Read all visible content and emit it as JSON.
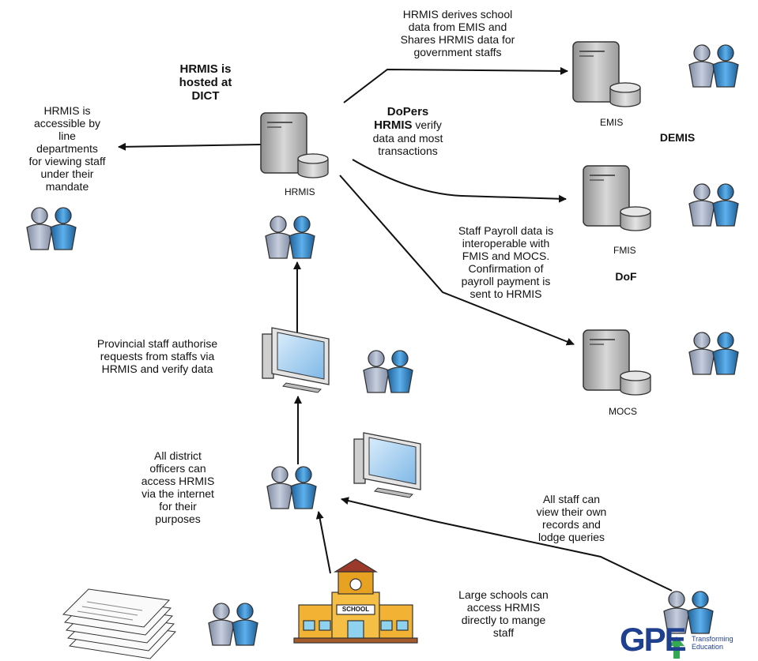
{
  "labels": {
    "hrmis_hosted": "HRMIS is\nhosted at\nDICT",
    "hrmis_accessible": "HRMIS is\naccessible by\nline\ndepartments\nfor viewing staff\nunder their\nmandate",
    "derives_school": "HRMIS derives school\ndata from EMIS and\nShares HRMIS data for\ngovernment staffs",
    "dopers": "DoPers",
    "dopers_bold2": "HRMIS",
    "dopers_rest1": " verify",
    "dopers_rest2": "data and most\ntransactions",
    "payroll": "Staff Payroll data is\ninteroperable with\nFMIS and MOCS.\nConfirmation of\npayroll payment is\nsent to HRMIS",
    "provincial": "Provincial staff authorise\nrequests from staffs via\nHRMIS and verify data",
    "district": "All district\nofficers can\naccess HRMIS\nvia the internet\nfor their\npurposes",
    "all_staff": "All staff can\nview their own\nrecords and\nlodge queries",
    "large_schools": "Large schools can\naccess HRMIS\ndirectly to mange\nstaff",
    "demis": "DEMIS",
    "dof": "DoF"
  },
  "servers": {
    "hrmis": "HRMIS",
    "emis": "EMIS",
    "fmis": "FMIS",
    "mocs": "MOCS"
  },
  "school_sign": "SCHOOL",
  "logo": {
    "text": "GPE",
    "tag1": "Transforming",
    "tag2": "Education"
  },
  "icons": [
    "server-icon",
    "database-icon",
    "user-pair-icon",
    "monitor-icon",
    "document-stack-icon",
    "school-building-icon",
    "logo-icon"
  ],
  "colors": {
    "arrow": "#111111",
    "person_grey": "#a9b3c7",
    "person_blue": "#3a8fd1",
    "server": "#c4c4c4",
    "school_wall": "#f2b233",
    "logo_blue": "#1f3f8f",
    "logo_green": "#35a853"
  }
}
